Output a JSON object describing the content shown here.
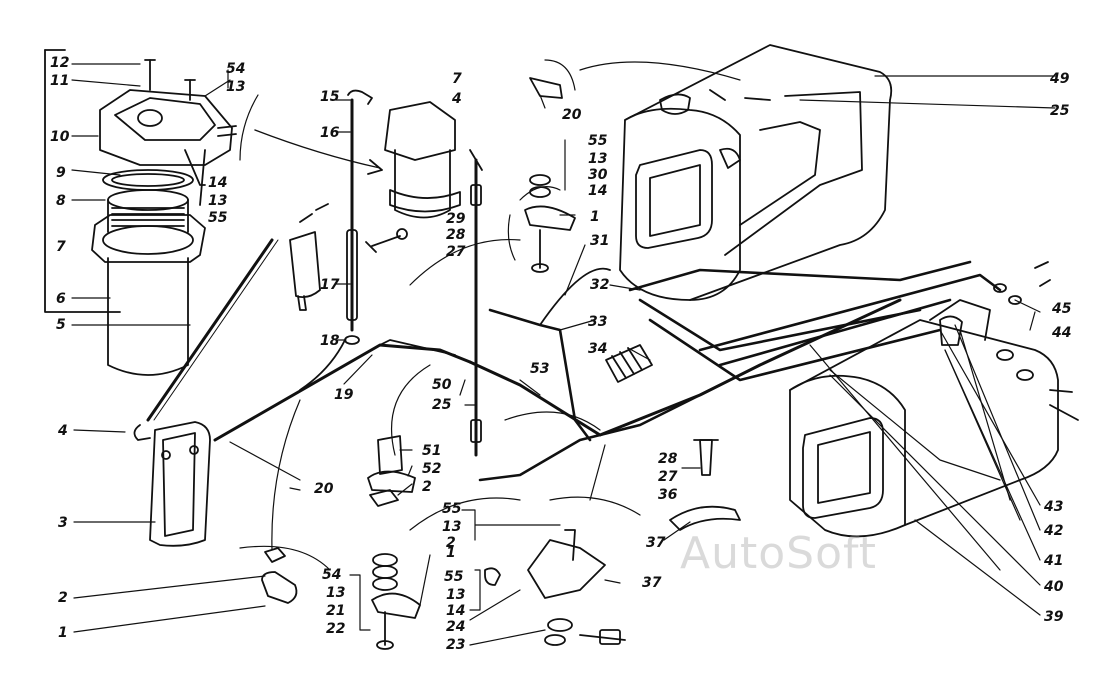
{
  "watermark": "AutoSoft",
  "labels": {
    "l12": "12",
    "l11": "11",
    "l10": "10",
    "l9": "9",
    "l8": "8",
    "l7a": "7",
    "l6": "6",
    "l5": "5",
    "l4a": "4",
    "l3": "3",
    "l2a": "2",
    "l1a": "1",
    "l54a": "54",
    "l13a": "13",
    "l14a": "14",
    "l13b": "13",
    "l55a": "55",
    "l15": "15",
    "l16": "16",
    "l17": "17",
    "l18": "18",
    "l19": "19",
    "l20a": "20",
    "l7b": "7",
    "l4b": "4",
    "l28a": "28",
    "l27a": "27",
    "l29": "29",
    "l20b": "20",
    "l49": "49",
    "l25a": "25",
    "l55b": "55",
    "l13c": "13",
    "l30": "30",
    "l14b": "14",
    "l1b": "1",
    "l31": "31",
    "l32": "32",
    "l33": "33",
    "l34": "34",
    "l53": "53",
    "l50": "50",
    "l25b": "25",
    "l51": "51",
    "l52": "52",
    "l2b": "2",
    "l45": "45",
    "l44": "44",
    "l28b": "28",
    "l27b": "27",
    "l36": "36",
    "l37a": "37",
    "l43": "43",
    "l42": "42",
    "l41": "41",
    "l40": "40",
    "l39": "39",
    "l55c": "55",
    "l13d": "13",
    "l2c": "2",
    "l54b": "54",
    "l13e": "13",
    "l21": "21",
    "l22": "22",
    "l1c": "1",
    "l55d": "55",
    "l13f": "13",
    "l14c": "14",
    "l24": "24",
    "l23": "23",
    "l37b": "37"
  }
}
